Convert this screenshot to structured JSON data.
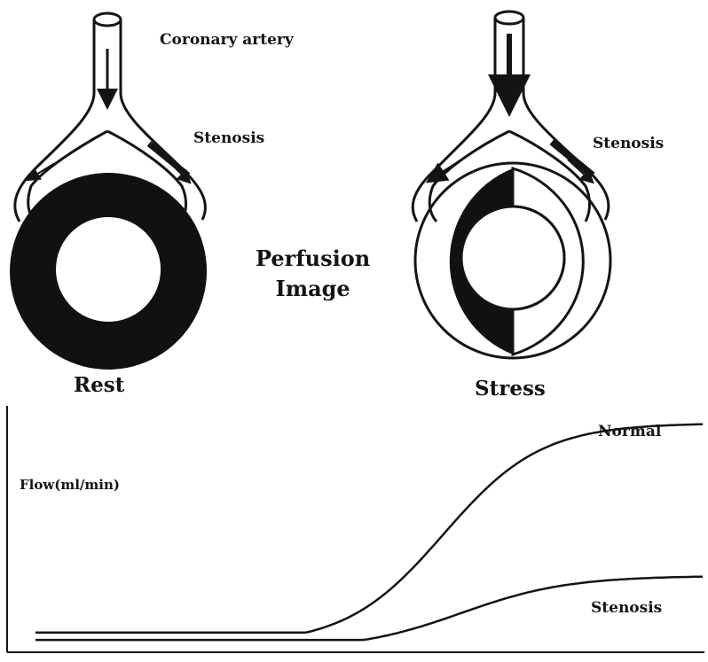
{
  "labels": {
    "coronary_artery": "Coronary artery",
    "stenosis_left": "Stenosis",
    "stenosis_right": "Stenosis",
    "perfusion_line1": "Perfusion",
    "perfusion_line2": "Image",
    "rest": "Rest",
    "stress": "Stress"
  },
  "chart_data": {
    "type": "line",
    "ylabel": "Flow(ml/min)",
    "xlabel": "",
    "grid": false,
    "series": [
      {
        "name": "Normal",
        "curve": "sigmoid",
        "baseline": 0.08,
        "plateau": 0.93
      },
      {
        "name": "Stenosis",
        "curve": "sigmoid",
        "baseline": 0.05,
        "plateau": 0.31
      }
    ]
  },
  "colors": {
    "ink": "#141414",
    "background": "#ffffff"
  }
}
